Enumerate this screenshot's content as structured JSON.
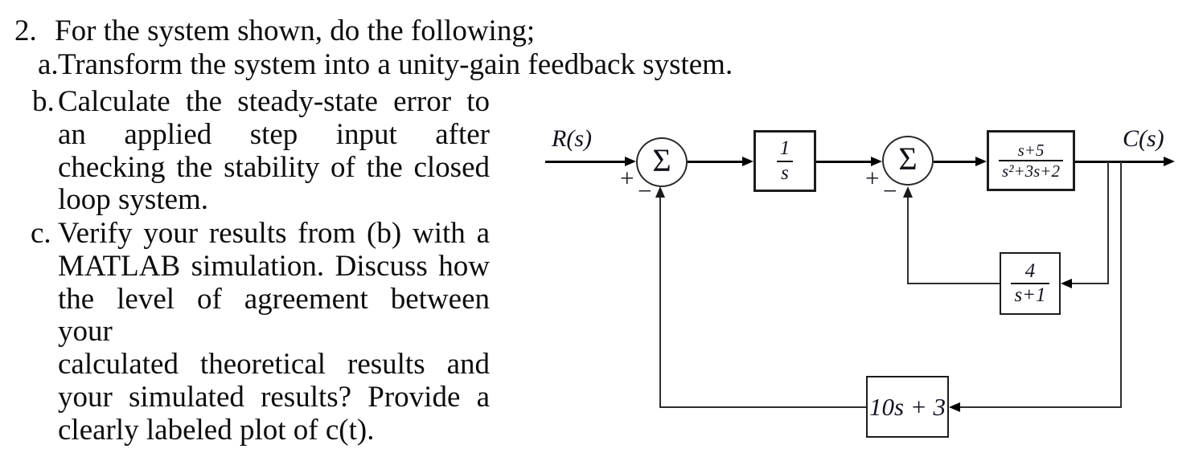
{
  "problem": {
    "number": "2.",
    "intro": "For the system shown, do the following;",
    "items": [
      {
        "letter": "a.",
        "lines": [
          "Transform the system into a unity-gain feedback system."
        ]
      },
      {
        "letter": "b.",
        "lines": [
          "Calculate the steady-state error to",
          "an applied step input after",
          "checking the stability of the closed",
          "loop system."
        ]
      },
      {
        "letter": "c.",
        "lines": [
          "Verify your results from (b) with a",
          "MATLAB simulation. Discuss how",
          "the level of agreement between your",
          "calculated theoretical results and",
          "your simulated results? Provide a",
          "clearly labeled plot of c(t)."
        ]
      }
    ]
  },
  "diagram": {
    "input_label": "R(s)",
    "output_label": "C(s)",
    "summer1": {
      "symbol": "Σ",
      "plus_sign": "+",
      "minus_sign": "−"
    },
    "summer2": {
      "symbol": "Σ",
      "plus_sign": "+",
      "minus_sign": "−"
    },
    "blocks": {
      "integrator": {
        "numerator": "1",
        "denominator": "s"
      },
      "plant": {
        "numerator": "s+5",
        "denominator": "s²+3s+2"
      },
      "inner_feedback": {
        "numerator": "4",
        "denominator": "s+1"
      },
      "outer_feedback": {
        "label": "10s + 3"
      }
    }
  }
}
